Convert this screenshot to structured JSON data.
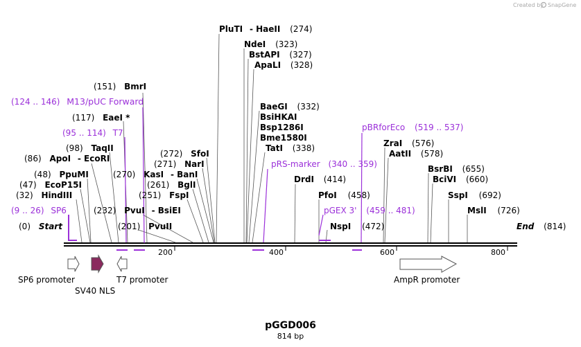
{
  "title": "pGGD006",
  "length_label": "814 bp",
  "credit": {
    "text": "Created by",
    "brand": "SnapGene"
  },
  "colors": {
    "line": "#000000",
    "primer": "#9b30d9",
    "sv40": "#8a2a5e",
    "white_feature": "#ffffff"
  },
  "sequence_length": 814,
  "ticks": [
    {
      "pos": 200,
      "label": "200"
    },
    {
      "pos": 400,
      "label": "400"
    },
    {
      "pos": 600,
      "label": "600"
    },
    {
      "pos": 800,
      "label": "800"
    }
  ],
  "ends": {
    "start": {
      "name": "Start",
      "pos_label": "(0)"
    },
    "end": {
      "name": "End",
      "pos_label": "(814)"
    }
  },
  "sites": [
    {
      "name": "PluTI",
      "extra": "- HaeII",
      "pos_label": "(274)",
      "pos": 274
    },
    {
      "name": "NdeI",
      "pos_label": "(323)",
      "pos": 323
    },
    {
      "name": "BstAPI",
      "pos_label": "(327)",
      "pos": 327
    },
    {
      "name": "ApaLI",
      "pos_label": "(328)",
      "pos": 328
    },
    {
      "name": "BaeGI",
      "pos_label": "(332)",
      "pos": 332
    },
    {
      "name": "BsiHKAI",
      "pos_label": "",
      "pos": 332
    },
    {
      "name": "Bsp1286I",
      "pos_label": "",
      "pos": 332
    },
    {
      "name": "Bme1580I",
      "pos_label": "",
      "pos": 332
    },
    {
      "name": "TatI",
      "pos_label": "(338)",
      "pos": 338
    },
    {
      "name": "DrdI",
      "pos_label": "(414)",
      "pos": 414
    },
    {
      "name": "PfoI",
      "pos_label": "(458)",
      "pos": 458
    },
    {
      "name": "NspI",
      "pos_label": "(472)",
      "pos": 472
    },
    {
      "name": "ZraI",
      "pos_label": "(576)",
      "pos": 576
    },
    {
      "name": "AatII",
      "pos_label": "(578)",
      "pos": 578
    },
    {
      "name": "BsrBI",
      "pos_label": "(655)",
      "pos": 655
    },
    {
      "name": "BciVI",
      "pos_label": "(660)",
      "pos": 660
    },
    {
      "name": "SspI",
      "pos_label": "(692)",
      "pos": 692
    },
    {
      "name": "MslI",
      "pos_label": "(726)",
      "pos": 726
    },
    {
      "name": "BmrI",
      "pos_label": "(151)",
      "pos": 151
    },
    {
      "name": "EaeI *",
      "pos_label": "(117)",
      "pos": 117
    },
    {
      "name": "TaqII",
      "pos_label": "(98)",
      "pos": 98
    },
    {
      "name": "ApoI",
      "extra": "- EcoRI",
      "pos_label": "(86)",
      "pos": 86
    },
    {
      "name": "PpuMI",
      "pos_label": "(48)",
      "pos": 48
    },
    {
      "name": "EcoP15I",
      "pos_label": "(47)",
      "pos": 47
    },
    {
      "name": "HindIII",
      "pos_label": "(32)",
      "pos": 32
    },
    {
      "name": "SfoI",
      "pos_label": "(272)",
      "pos": 272
    },
    {
      "name": "NarI",
      "pos_label": "(271)",
      "pos": 271
    },
    {
      "name": "KasI",
      "extra": "- BanI",
      "pos_label": "(270)",
      "pos": 270
    },
    {
      "name": "BglI",
      "pos_label": "(261)",
      "pos": 261
    },
    {
      "name": "FspI",
      "pos_label": "(251)",
      "pos": 251
    },
    {
      "name": "PvuI",
      "extra": "- BsiEI",
      "pos_label": "(232)",
      "pos": 232
    },
    {
      "name": "PvuII",
      "pos_label": "(201)",
      "pos": 201
    }
  ],
  "primers": [
    {
      "name": "M13/pUC Forward",
      "range": "(124 .. 146)",
      "start": 124,
      "end": 146
    },
    {
      "name": "T7",
      "range": "(95 .. 114)",
      "start": 95,
      "end": 114
    },
    {
      "name": "SP6",
      "range": "(9 .. 26)",
      "start": 9,
      "end": 26
    },
    {
      "name": "pRS-marker",
      "range": "(340 .. 359)",
      "start": 340,
      "end": 359
    },
    {
      "name": "pBRforEco",
      "range": "(519 .. 537)",
      "start": 519,
      "end": 537
    },
    {
      "name": "pGEX 3'",
      "range": "(459 .. 481)",
      "start": 459,
      "end": 481
    }
  ],
  "features": [
    {
      "name": "SP6 promoter",
      "direction": "right",
      "fill": "white"
    },
    {
      "name": "SV40 NLS",
      "direction": "right",
      "fill": "sv40"
    },
    {
      "name": "T7 promoter",
      "direction": "left",
      "fill": "white"
    },
    {
      "name": "AmpR promoter",
      "direction": "right",
      "fill": "white"
    }
  ]
}
